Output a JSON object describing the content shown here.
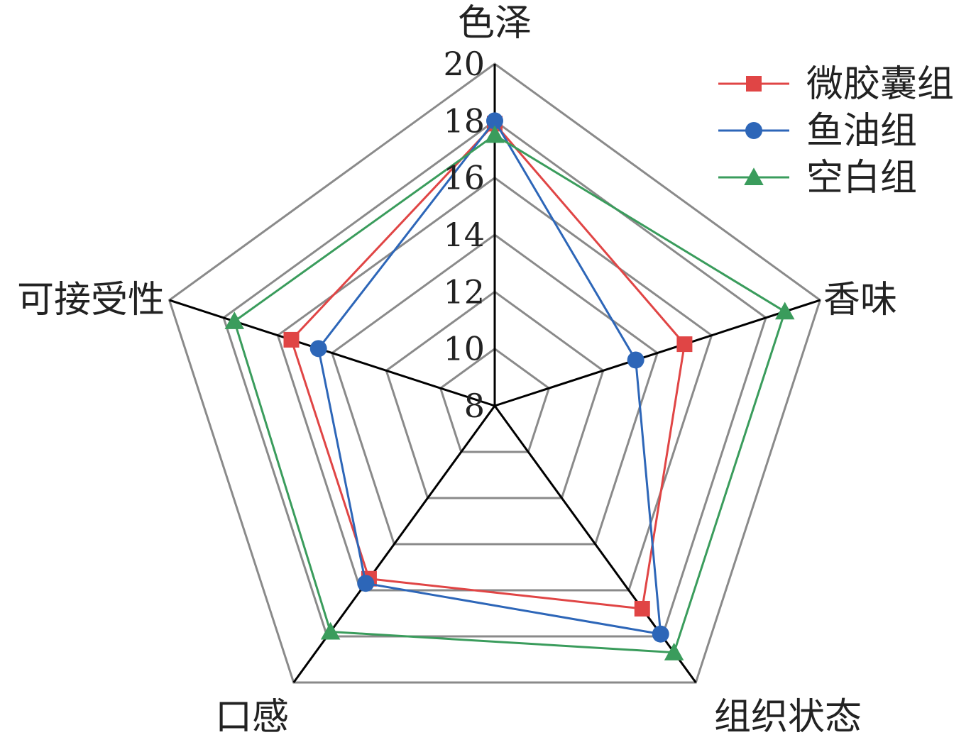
{
  "chart_data": {
    "type": "radar",
    "axes": [
      "色泽",
      "香味",
      "组织状态",
      "口感",
      "可接受性"
    ],
    "rlim": [
      8,
      20
    ],
    "ticks": [
      8,
      10,
      12,
      14,
      16,
      18,
      20
    ],
    "tick_labels": [
      "8",
      "10",
      "12",
      "14",
      "16",
      "18",
      "20"
    ],
    "grid": true,
    "legend_position": "top-right",
    "series": [
      {
        "name": "微胶囊组",
        "color": "#e04545",
        "marker": "square",
        "values": [
          17.9,
          15.0,
          16.8,
          15.5,
          15.5
        ]
      },
      {
        "name": "鱼油组",
        "color": "#2d66b8",
        "marker": "circle",
        "values": [
          18.0,
          13.2,
          17.9,
          15.7,
          14.5
        ]
      },
      {
        "name": "空白组",
        "color": "#3a9c5c",
        "marker": "triangle",
        "values": [
          17.5,
          18.7,
          18.7,
          17.8,
          17.6
        ]
      }
    ]
  }
}
